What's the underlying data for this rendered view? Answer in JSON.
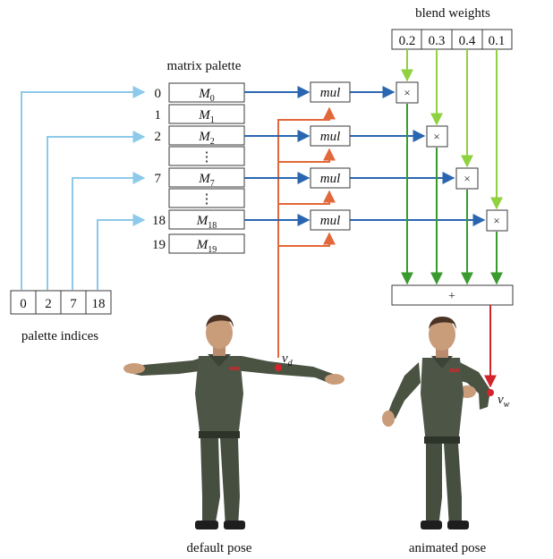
{
  "titles": {
    "matrix_palette": "matrix palette",
    "blend_weights": "blend weights",
    "palette_indices": "palette indices",
    "default_pose": "default pose",
    "animated_pose": "animated pose"
  },
  "palette_rows": [
    {
      "index": "0",
      "sym": "M",
      "sub": "0"
    },
    {
      "index": "1",
      "sym": "M",
      "sub": "1"
    },
    {
      "index": "2",
      "sym": "M",
      "sub": "2"
    },
    {
      "index": "",
      "sym": "⋮",
      "sub": ""
    },
    {
      "index": "7",
      "sym": "M",
      "sub": "7"
    },
    {
      "index": "",
      "sym": "⋮",
      "sub": ""
    },
    {
      "index": "18",
      "sym": "M",
      "sub": "18"
    },
    {
      "index": "19",
      "sym": "M",
      "sub": "19"
    }
  ],
  "weights": [
    "0.2",
    "0.3",
    "0.4",
    "0.1"
  ],
  "indices": [
    "0",
    "2",
    "7",
    "18"
  ],
  "mul_label": "mul",
  "times_symbol": "×",
  "plus_symbol": "+",
  "vertex_default": {
    "sym": "v",
    "sub": "d"
  },
  "vertex_animated": {
    "sym": "v",
    "sub": "w"
  },
  "colors": {
    "index_arrow": "#8cc9ea",
    "matrix_arrow": "#2a66b0",
    "vertex_arrow": "#e2673a",
    "weight_light": "#8fd13f",
    "weight_dark": "#3a9a2e",
    "result_arrow": "#d4242b",
    "uniform": "#48523f"
  }
}
